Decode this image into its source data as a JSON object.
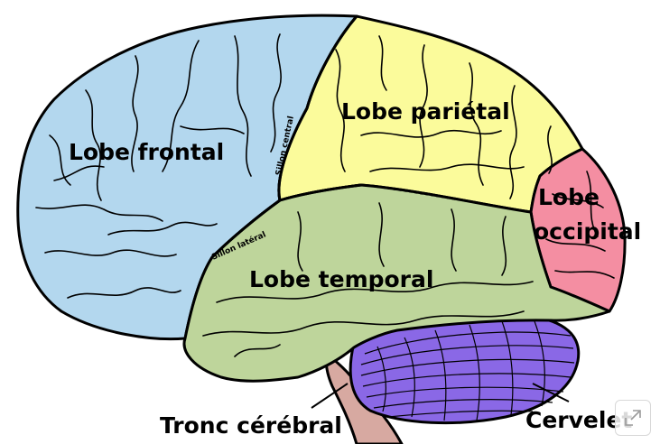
{
  "labels": {
    "frontal": "Lobe frontal",
    "parietal": "Lobe pariétal",
    "occipital_line1": "Lobe",
    "occipital_line2": "occipital",
    "temporal": "Lobe temporal",
    "central_sulcus": "Sillon central",
    "lateral_sulcus": "Sillon latéral",
    "brainstem": "Tronc cérébral",
    "cerebellum": "Cervelet"
  },
  "colors": {
    "frontal": "#b3d7ee",
    "parietal": "#fbfb9b",
    "occipital": "#f48ea2",
    "temporal": "#bed59b",
    "cerebellum": "#8a68e6",
    "brainstem": "#d7a9a1"
  },
  "icons": {
    "expand": "expand-icon"
  }
}
